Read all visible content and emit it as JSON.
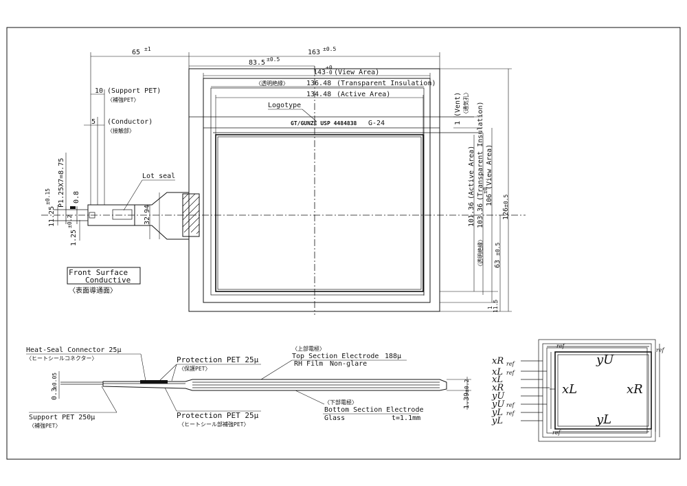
{
  "dims": {
    "d65": "65",
    "d65_tol": "±1",
    "d163": "163",
    "d163_tol": "±0.5",
    "d83_5": "83.5",
    "d83_5_tol": "±0.5",
    "d143": "143",
    "d143_tol_up": "+0",
    "d143_tol_dn": "-0",
    "view_area": "(View Area)",
    "transparent_jp": "〈透明絶縁〉",
    "d136_48": "136.48",
    "transparent_insulation": "(Transparent Insulation)",
    "d134_48": "134.48",
    "active_area": "(Active Area)",
    "d10": "10",
    "support_pet": "(Support PET)",
    "support_pet_jp": "〈補強PET〉",
    "d5": "5",
    "conductor": "(Conductor)",
    "conductor_jp": "〈接触部〉",
    "logotype": "Logotype",
    "logo_text": "GT/GUNZE USP 4484838",
    "logo_code": "G-24",
    "lot_seal": "Lot seal",
    "d11_25": "11.25",
    "d11_25_tol": "±0.15",
    "pitch": "P1.25X7=8.75",
    "d0_8": "0.8",
    "d1_25": "1.25",
    "d1_25_tol": "±0.2",
    "d32": "32",
    "d94": "94",
    "vent_1": "1",
    "vent": "(Vent)",
    "vent_jp": "〈通気孔〉",
    "d101_36": "101.36",
    "d103_36": "103.36",
    "d106": "106",
    "d106_tol": "±0",
    "d126": "126",
    "d126_tol": "±0.5",
    "d63": "63",
    "d63_tol": "±0.5",
    "d11_5": "11.5",
    "d1": "1"
  },
  "front_surface": {
    "line1": "Front Surface",
    "line2": "Conductive",
    "jp": "〈表面導通面〉"
  },
  "section": {
    "heat_seal": "Heat-Seal Connector 25μ",
    "heat_seal_jp": "〈ヒートシールコネクター〉",
    "protection_top": "Protection PET 25μ",
    "protection_top_jp": "〈保護PET〉",
    "top_electrode_jp": "〈上部電極〉",
    "top_electrode": "Top Section Electrode",
    "top_electrode_thk": "188μ",
    "rh_film": "RH Film",
    "non_glare": "Non-glare",
    "d0_3": "0.3",
    "d0_3_tol": "±0.05",
    "support_pet": "Support PET 250μ",
    "support_pet_jp": "〈補強PET〉",
    "protection_bottom": "Protection PET 25μ",
    "protection_bottom_jp": "〈ヒートシール部補強PET〉",
    "bottom_electrode_jp": "〈下部電極〉",
    "bottom_electrode": "Bottom Section Electrode",
    "glass": "Glass",
    "glass_thk": "t=1.1mm",
    "d1_39": "1.39",
    "d1_39_tol": "±0.2"
  },
  "pinout": {
    "pins": [
      {
        "name": "xR",
        "sub": "ref"
      },
      {
        "name": "xL",
        "sub": "ref"
      },
      {
        "name": "xL",
        "sub": ""
      },
      {
        "name": "xR",
        "sub": ""
      },
      {
        "name": "yU",
        "sub": ""
      },
      {
        "name": "yU",
        "sub": "ref"
      },
      {
        "name": "yL",
        "sub": "ref"
      },
      {
        "name": "yL",
        "sub": ""
      }
    ],
    "yU": "yU",
    "xL": "xL",
    "xR": "xR",
    "yL": "yL",
    "ref": "ref"
  }
}
